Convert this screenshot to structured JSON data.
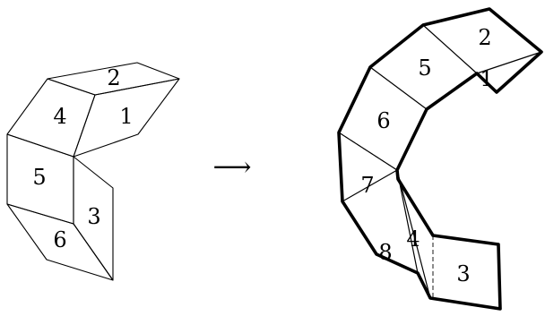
{
  "left_net": {
    "labels": [
      "2",
      "4",
      "1",
      "5",
      "3",
      "6"
    ]
  },
  "arrow": "⟶",
  "right_net": {
    "labels": [
      "2",
      "5",
      "1",
      "6",
      "7",
      "4",
      "8",
      "3"
    ]
  }
}
